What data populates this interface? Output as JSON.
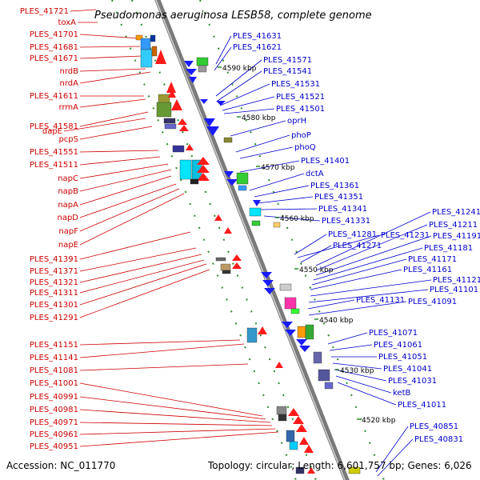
{
  "title": "Pseudomonas aeruginosa LESB58, complete genome",
  "footer": {
    "accession": "Accession: NC_011770",
    "topology": "Topology: circular; Length: 6,601,757 bp; Genes: 6,026"
  },
  "colors": {
    "left_labels": "#cc0000",
    "right_labels": "#0000cc",
    "backbone": "#808080",
    "ticks": "#228822"
  },
  "ticks": [
    "4590 kbp",
    "4580 kbp",
    "4570 kbp",
    "4560 kbp",
    "4550 kbp",
    "4540 kbp",
    "4530 kbp",
    "4520 kbp"
  ],
  "left_labels": [
    "PLES_41721",
    "toxA",
    "PLES_41701",
    "PLES_41681",
    "PLES_41671",
    "nrdB",
    "nrdA",
    "PLES_41611",
    "rrmA",
    "PLES_41581",
    "dapE",
    "pcpS",
    "PLES_41551",
    "PLES_41511",
    "napC",
    "napB",
    "napA",
    "napD",
    "napF",
    "napE",
    "PLES_41391",
    "PLES_41371",
    "PLES_41321",
    "PLES_41311",
    "PLES_41301",
    "PLES_41291",
    "PLES_41151",
    "PLES_41141",
    "PLES_41081",
    "PLES_41001",
    "PLES_40991",
    "PLES_40981",
    "PLES_40971",
    "PLES_40961",
    "PLES_40951"
  ],
  "right_labels": [
    "PLES_41631",
    "PLES_41621",
    "PLES_41571",
    "PLES_41541",
    "PLES_41531",
    "PLES_41521",
    "PLES_41501",
    "oprH",
    "phoP",
    "phoQ",
    "PLES_41401",
    "dctA",
    "PLES_41361",
    "PLES_41351",
    "PLES_41341",
    "PLES_41331",
    "PLES_41281",
    "PLES_41231",
    "PLES_41271",
    "PLES_41241",
    "PLES_41211",
    "PLES_41191",
    "PLES_41181",
    "PLES_41171",
    "PLES_41161",
    "PLES_41121",
    "PLES_41101",
    "PLES_41131",
    "PLES_41091",
    "PLES_41071",
    "PLES_41061",
    "PLES_41051",
    "PLES_41041",
    "PLES_41031",
    "ketB",
    "PLES_41011",
    "PLES_40851",
    "PLES_40831"
  ]
}
